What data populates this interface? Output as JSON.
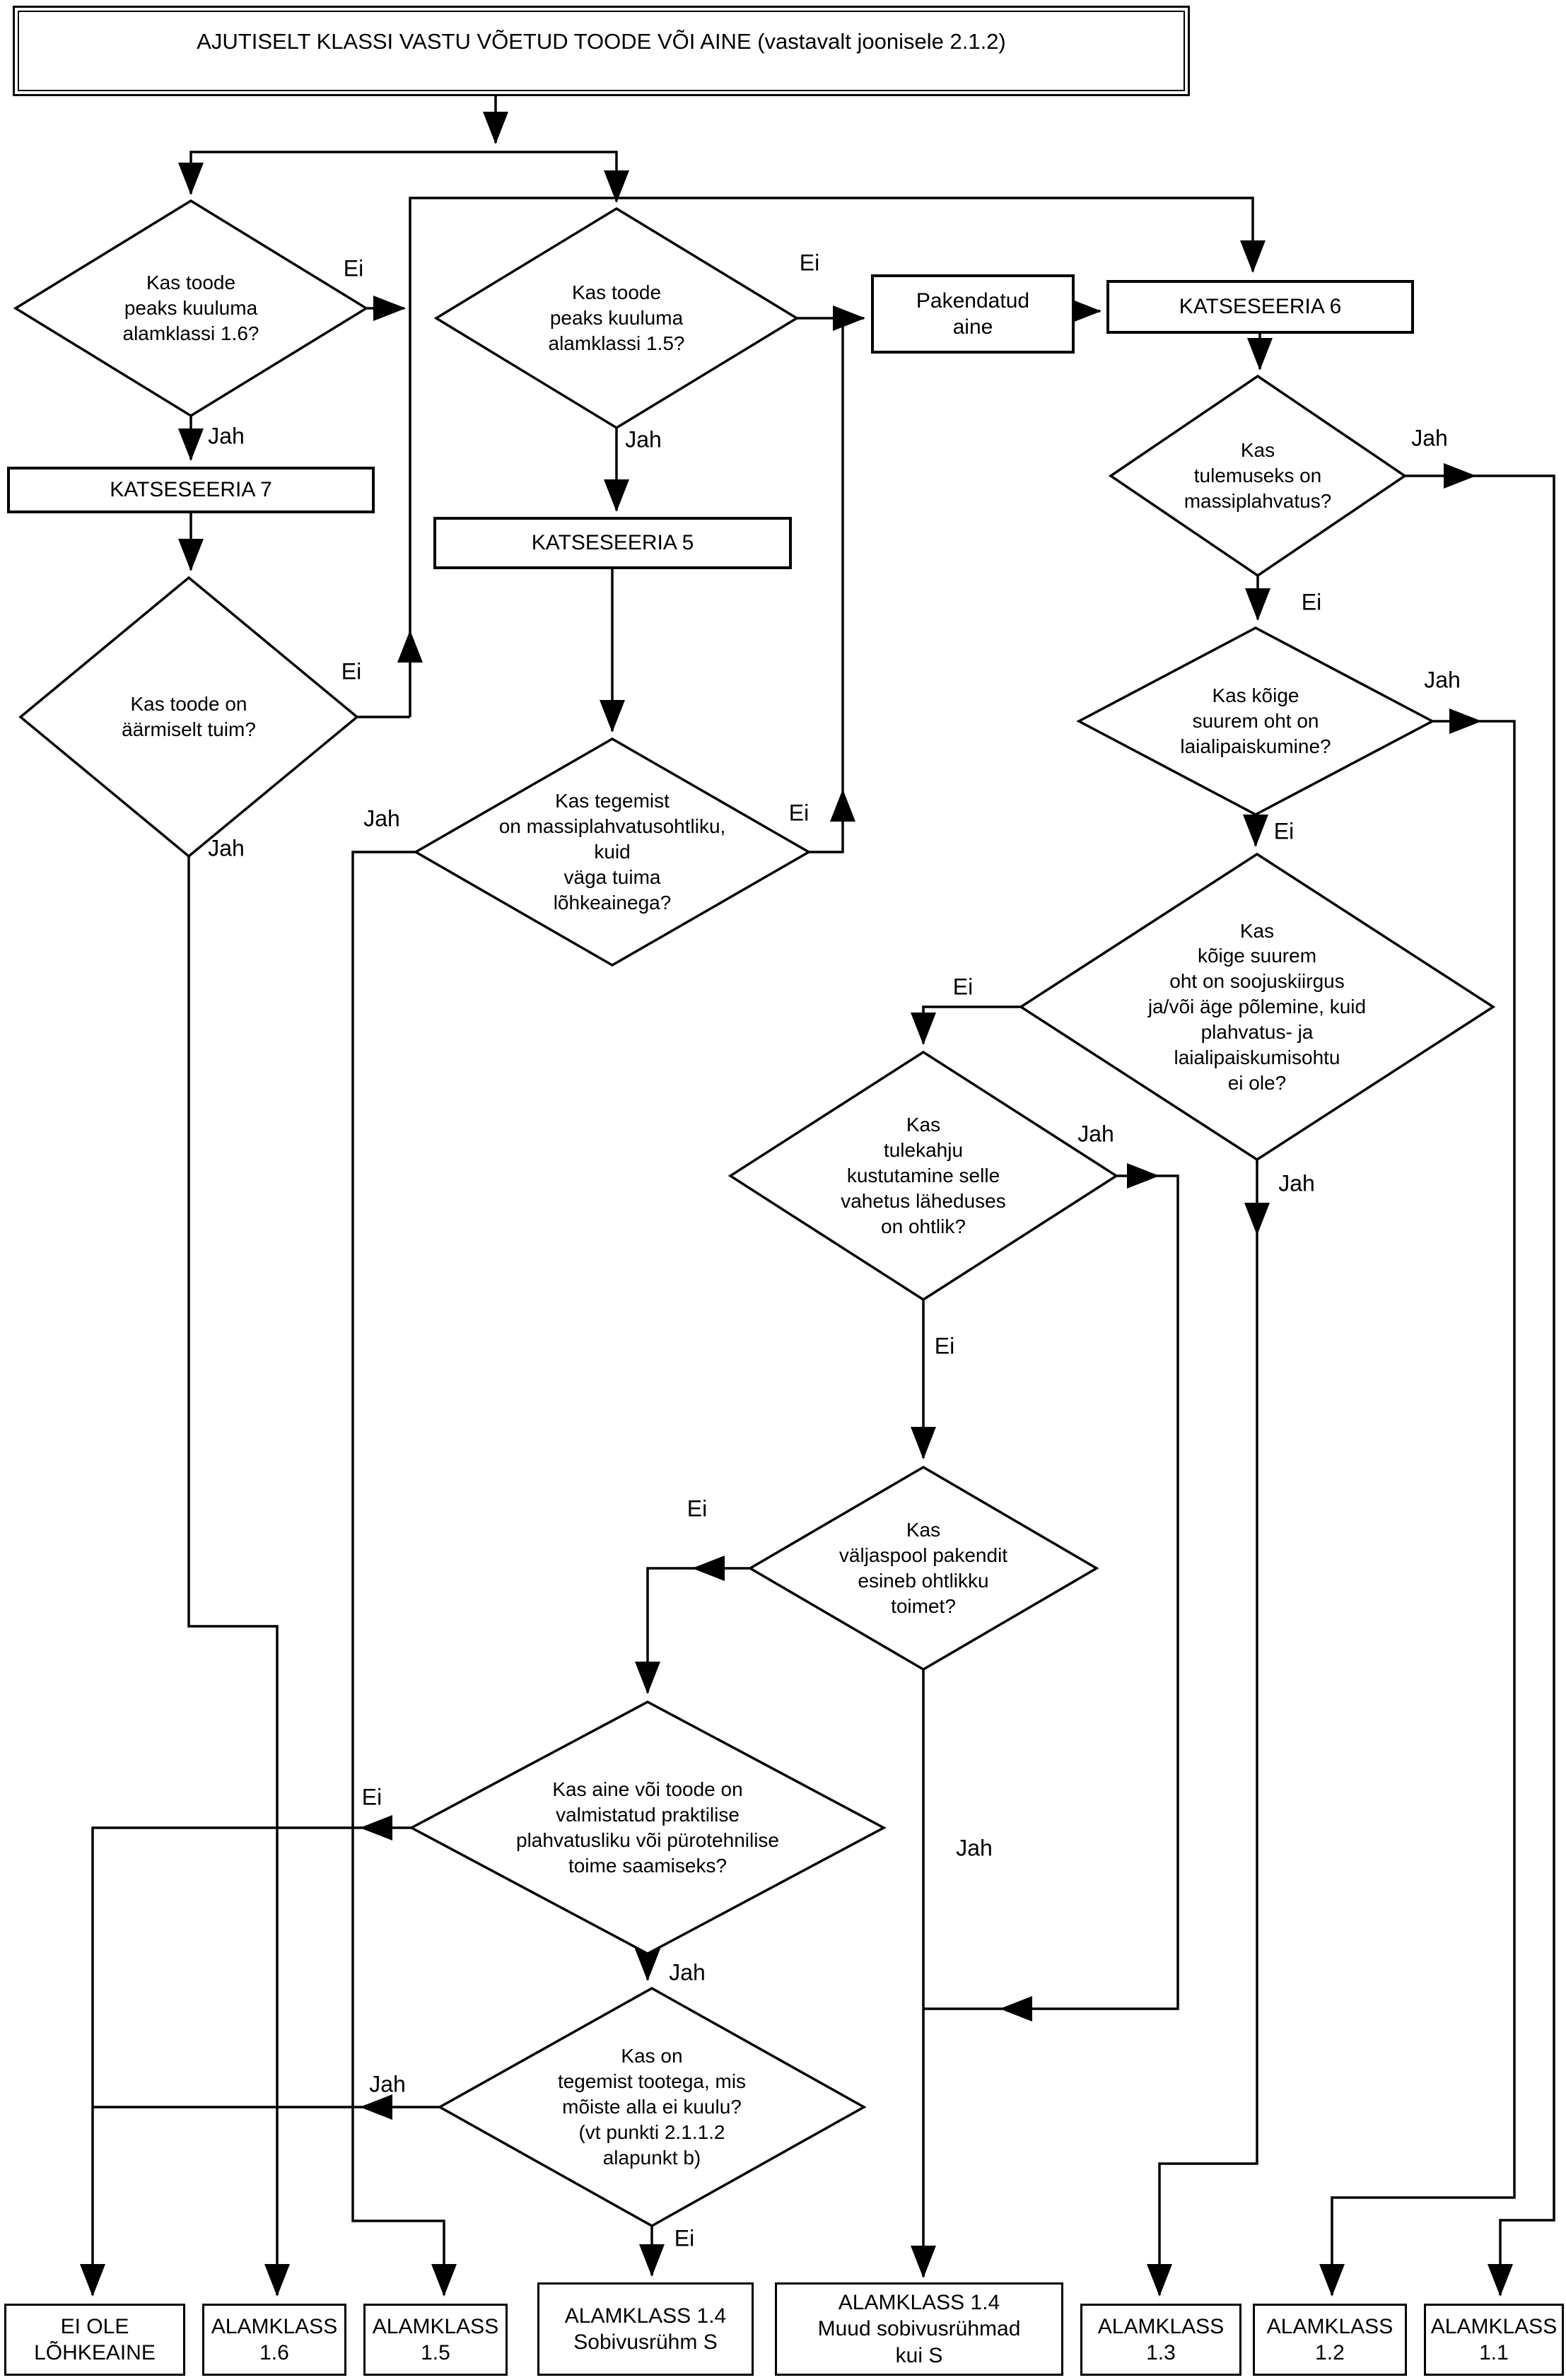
{
  "title": "AJUTISELT KLASSI VASTU VÕETUD TOODE VÕI AINE (vastavalt joonisele 2.1.2)",
  "labels": {
    "yes": "Jah",
    "no": "Ei"
  },
  "nodes": {
    "q_div16": {
      "text": "Kas toode\npeaks kuuluma\nalamklassi 1.6?"
    },
    "q_div15": {
      "text": "Kas toode\npeaks kuuluma\nalamklassi 1.5?"
    },
    "packaged_substance": {
      "text": "Pakendatud\naine"
    },
    "test_series_6": {
      "text": "KATSESEERIA 6"
    },
    "test_series_7": {
      "text": "KATSESEERIA 7"
    },
    "test_series_5": {
      "text": "KATSESEERIA 5"
    },
    "q_mass_explosion": {
      "text": "Kas\ntulemuseks on\nmassiplahvatus?"
    },
    "q_extremely_insensitive": {
      "text": "Kas toode on\näärmiselt tuim?"
    },
    "q_very_insensitive": {
      "text": "Kas tegemist\non massiplahvatusohtliku,\nkuid\nväga tuima\nlõhkeainega?"
    },
    "q_projection_hazard": {
      "text": "Kas kõige\nsuurem oht on\nlaialipaiskumine?"
    },
    "q_radiant_heat": {
      "text": "Kas\nkõige suurem\noht on soojuskiirgus\nja/või äge põlemine, kuid\nplahvatus- ja\nlaialipaiskumisohtu\nei ole?"
    },
    "q_firefighting_hazard": {
      "text": "Kas\ntulekahju\nkustutamine selle\nvahetus läheduses\non ohtlik?"
    },
    "q_effect_outside_package": {
      "text": "Kas\nväljaspool pakendit\nesineb ohtlikku\ntoimet?"
    },
    "q_practical_effect": {
      "text": "Kas aine või toode on\nvalmistatud praktilise\nplahvatusliku või pürotehnilise\ntoime saamiseks?"
    },
    "q_excluded_article": {
      "text": "Kas on\ntegemist tootega, mis\nmõiste alla ei kuulu?\n(vt punkti 2.1.1.2\nalapunkt b)"
    },
    "out_not_explosive": {
      "text": "EI OLE\nLÕHKEAINE"
    },
    "out_16": {
      "text": "ALAMKLASS\n1.6"
    },
    "out_15": {
      "text": "ALAMKLASS\n1.5"
    },
    "out_14s": {
      "text": "ALAMKLASS 1.4\nSobivusrühm S"
    },
    "out_14_other": {
      "text": "ALAMKLASS 1.4\nMuud sobivusrühmad\nkui S"
    },
    "out_13": {
      "text": "ALAMKLASS\n1.3"
    },
    "out_12": {
      "text": "ALAMKLASS\n1.2"
    },
    "out_11": {
      "text": "ALAMKLASS\n1.1"
    }
  }
}
